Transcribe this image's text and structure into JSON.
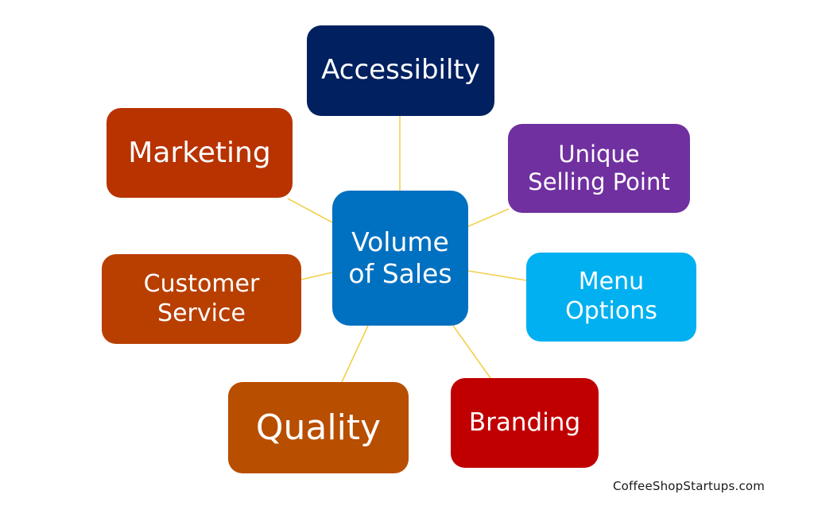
{
  "diagram": {
    "center": {
      "label": "Volume\nof Sales",
      "color": "#0070C0"
    },
    "nodes": [
      {
        "id": "accessibility",
        "label": "Accessibilty",
        "color": "#002060"
      },
      {
        "id": "marketing",
        "label": "Marketing",
        "color": "#B83300"
      },
      {
        "id": "usp",
        "label": "Unique\nSelling Point",
        "color": "#7030A0"
      },
      {
        "id": "customer",
        "label": "Customer\nService",
        "color": "#B83F00"
      },
      {
        "id": "menu",
        "label": "Menu\nOptions",
        "color": "#00B0F0"
      },
      {
        "id": "quality",
        "label": "Quality",
        "color": "#B84E00"
      },
      {
        "id": "branding",
        "label": "Branding",
        "color": "#C00000"
      }
    ],
    "connector_color": "#F2D04C"
  },
  "watermark": "CoffeeShopStartups.com"
}
